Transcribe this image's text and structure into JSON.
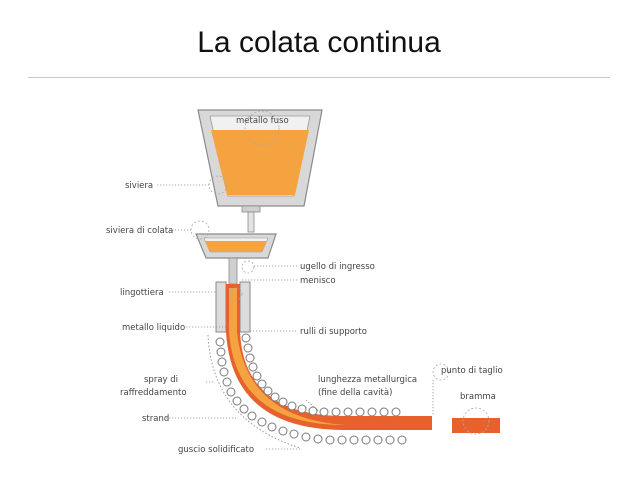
{
  "title": "La colata continua",
  "colors": {
    "molten": "#f4a340",
    "molten_dark": "#e8891e",
    "slab": "#e8612c",
    "vessel": "#d9d9d9",
    "vessel_stroke": "#8a8a8a",
    "leader": "#8a8a8a"
  },
  "labels": {
    "metallo_fuso": "metallo fuso",
    "siviera": "siviera",
    "siviera_di_colata": "siviera di colata",
    "ugello_di_ingresso": "ugello di ingresso",
    "menisco": "menisco",
    "lingottiera": "lingottiera",
    "metallo_liquido": "metallo liquido",
    "rulli_di_supporto": "rulli di supporto",
    "spray_line1": "spray di",
    "spray_line2": "raffreddamento",
    "lunghezza_line1": "lunghezza metallurgica",
    "lunghezza_line2": "(fine della cavità)",
    "punto_di_taglio": "punto di taglio",
    "bramma": "bramma",
    "strand": "strand",
    "guscio_solidificato": "guscio solidificato"
  }
}
